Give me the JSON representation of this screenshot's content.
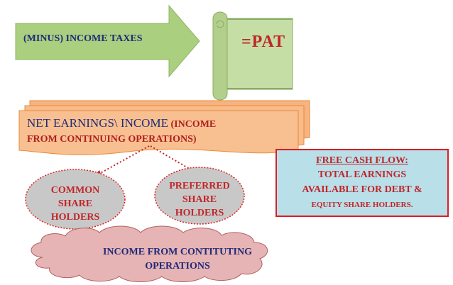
{
  "arrow": {
    "label": "(MINUS) INCOME TAXES"
  },
  "scroll": {
    "label": "=PAT"
  },
  "net_earnings": {
    "line1_main": "NET EARNINGS\\ INCOME",
    "line1_paren": " (INCOME",
    "line2": "FROM CONTINUING OPERATIONS)"
  },
  "holders": {
    "common": [
      "COMMON",
      "SHARE",
      "HOLDERS"
    ],
    "preferred": [
      "PREFERRED",
      "SHARE",
      "HOLDERS"
    ]
  },
  "free_cash_flow": {
    "title": "FREE CASH FLOW:",
    "line1": "TOTAL EARNINGS",
    "line2": "AVAILABLE FOR DEBT &",
    "line3": "EQUITY SHARE HOLDERS."
  },
  "cloud": {
    "line1": "INCOME FROM CONTITUTING",
    "line2": "OPERATIONS"
  },
  "colors": {
    "arrow_fill": "#a9cf7f",
    "scroll_fill": "#c5dea6",
    "scroll_edge": "#8aab62",
    "earnings_fill": "#f8c090",
    "earnings_edge": "#e98a3a",
    "ellipse_fill": "#c8c8c8",
    "ellipse_edge": "#e02020",
    "fcf_fill": "#b9dfe9",
    "fcf_border": "#e01b24",
    "cloud_fill": "#e6b4b4",
    "cloud_edge": "#b06060",
    "dark_blue": "#1f2a7a",
    "dark_red": "#b01e22"
  }
}
